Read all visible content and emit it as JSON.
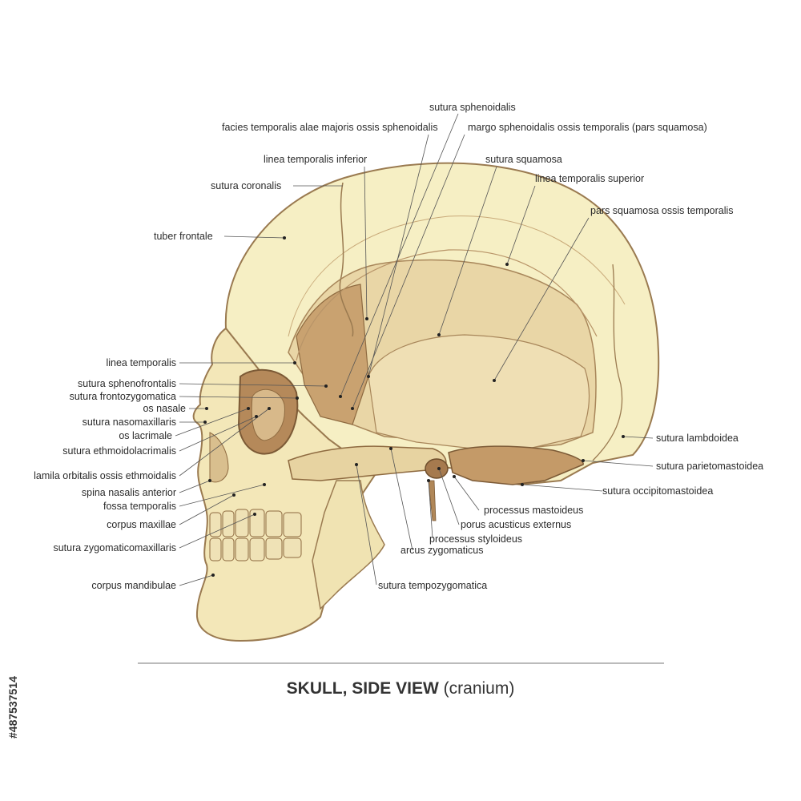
{
  "title": {
    "main": "SKULL, SIDE VIEW",
    "sub": "(cranium)"
  },
  "stock_id": "#487537514",
  "colors": {
    "bone": "#f6efc4",
    "shade": "#e3cfa0",
    "dark": "#a67a4e",
    "outline": "#9a7a50",
    "leader": "#555555"
  },
  "labels": {
    "sutura_sphenoidalis": "sutura sphenoidalis",
    "facies_temporalis": "facies temporalis alae majoris ossis sphenoidalis",
    "margo_sphenoidalis": "margo sphenoidalis ossis temporalis (pars squamosa)",
    "linea_temporalis_inferior": "linea temporalis inferior",
    "sutura_squamosa": "sutura squamosa",
    "linea_temporalis_superior": "linea temporalis superior",
    "sutura_coronalis": "sutura coronalis",
    "pars_squamosa": "pars squamosa ossis temporalis",
    "tuber_frontale": "tuber frontale",
    "linea_temporalis": "linea temporalis",
    "sutura_sphenofrontalis": "sutura sphenofrontalis",
    "sutura_frontozygomatica": "sutura frontozygomatica",
    "os_nasale": "os nasale",
    "sutura_nasomaxillaris": "sutura nasomaxillaris",
    "os_lacrimale": "os lacrimale",
    "sutura_ethmoidolacrimalis": "sutura ethmoidolacrimalis",
    "lamila_orbitalis": "lamila orbitalis ossis ethmoidalis",
    "spina_nasalis": "spina nasalis anterior",
    "fossa_temporalis": "fossa temporalis",
    "corpus_maxillae": "corpus maxillae",
    "sutura_zygomaticomaxillaris": "sutura zygomaticomaxillaris",
    "corpus_mandibulae": "corpus mandibulae",
    "sutura_lambdoidea": "sutura lambdoidea",
    "sutura_parietomastoidea": "sutura parietomastoidea",
    "sutura_occipitomastoidea": "sutura occipitomastoidea",
    "processus_mastoideus": "processus mastoideus",
    "porus_acusticus": "porus acusticus externus",
    "processus_styloideus": "processus styloideus",
    "arcus_zygomaticus": "arcus zygomaticus",
    "sutura_tempozygomatica": "sutura tempozygomatica"
  }
}
